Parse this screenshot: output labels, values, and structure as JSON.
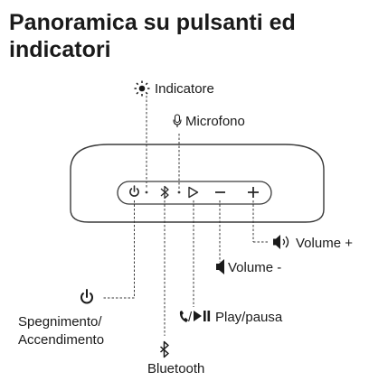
{
  "title": {
    "line1": "Panoramica su pulsanti ed",
    "line2": "indicatori"
  },
  "labels": {
    "indicator": "Indicatore",
    "microphone": "Microfono",
    "volume_up": "Volume +",
    "volume_down": "Volume -",
    "power_line1": "Spegnimento/",
    "power_line2": "Accendimento",
    "play_pause": "Play/pausa",
    "bluetooth": "Bluetooth"
  },
  "buttons": [
    {
      "name": "power",
      "icon": "power-icon"
    },
    {
      "name": "bluetooth",
      "icon": "bluetooth-icon"
    },
    {
      "name": "play",
      "icon": "play-icon"
    },
    {
      "name": "volume-down",
      "icon": "minus-icon"
    },
    {
      "name": "volume-up",
      "icon": "plus-icon"
    }
  ],
  "colors": {
    "stroke": "#3a3a3a",
    "text": "#1a1a1a",
    "background": "#ffffff"
  }
}
